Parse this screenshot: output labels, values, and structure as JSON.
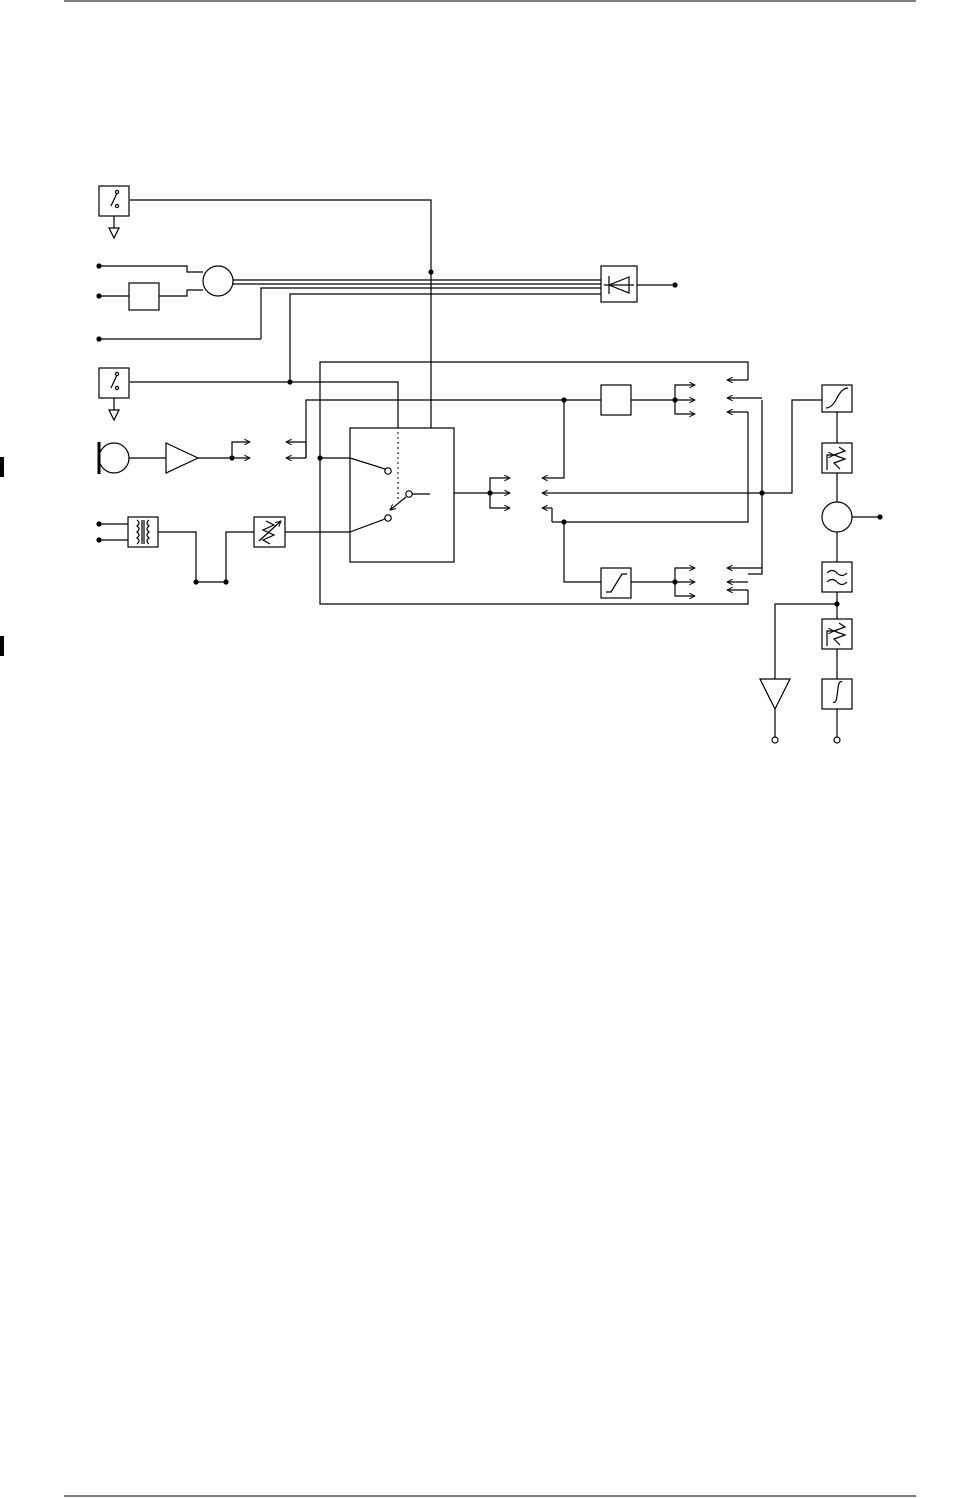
{
  "page": {
    "background": "#ffffff",
    "ink": "#000000",
    "rules": [
      "top-rule",
      "bottom-rule"
    ],
    "margin_marks": [
      "margin-mark-upper",
      "margin-mark-lower"
    ]
  },
  "diagram": {
    "type": "block-schematic",
    "text_labels": [],
    "symbols": [
      "switch-box-icon",
      "ground-arrow-icon",
      "summing-circle-icon",
      "rectangle-block-icon",
      "diode-block-icon",
      "microphone-icon",
      "amplifier-triangle-icon",
      "transformer-icon",
      "variable-resistor-icon",
      "changeover-switch-icon",
      "plain-block-icon",
      "ramp-block-icon",
      "bandpass-filter-icon",
      "integrator-icon",
      "output-terminal-icon",
      "signal-splitter-icon"
    ]
  }
}
